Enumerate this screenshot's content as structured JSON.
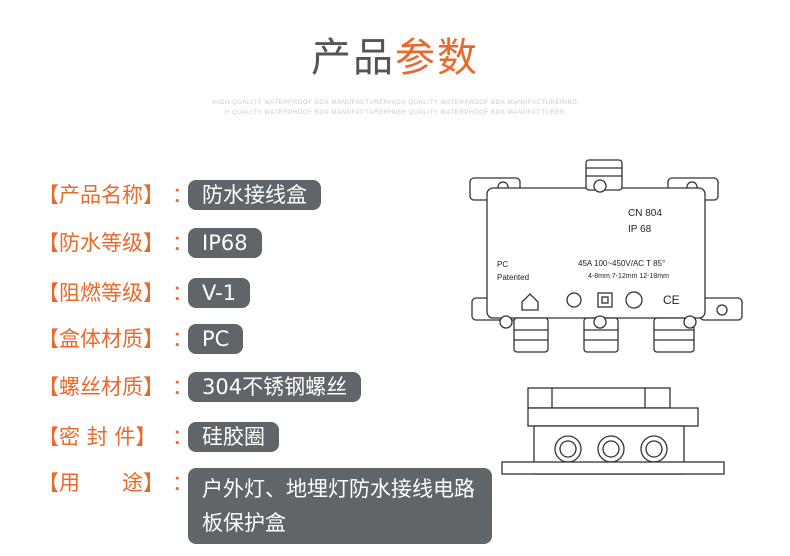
{
  "title": {
    "part1": "产品",
    "part2": "参数"
  },
  "tagline": {
    "line1": "HIGH QUALITY WATERPROOF BOX MANUFACTURERHIGH QUALITY WATERPROOF BOX MANUFACTURERHIG",
    "line2": "H QUALITY WATERPROOF BOX MANUFACTURERHIGH QUALITY WATERPROOF BOX MANUFACTURER"
  },
  "specs": [
    {
      "label": "【产品名称】",
      "value": "防水接线盒"
    },
    {
      "label": "【防水等级】",
      "value": "IP68"
    },
    {
      "label": "【阻燃等级】",
      "value": "V-1"
    },
    {
      "label": "【盒体材质】",
      "value": "PC"
    },
    {
      "label": "【螺丝材质】",
      "value": "304不锈钢螺丝"
    },
    {
      "label": "【密 封 件】",
      "value": "硅胶圈"
    },
    {
      "label": "【用　　途】",
      "value": "户外灯、地埋灯防水接线电路板保护盒"
    }
  ],
  "colon": "：",
  "product_marking": {
    "model": "CN 804",
    "rating": "IP 68",
    "material": "PC",
    "patent": "Patented",
    "electrical": "45A 100~450V/AC   T 85°",
    "cable_range": "4-8mm  7-12mm  12-18mm"
  }
}
